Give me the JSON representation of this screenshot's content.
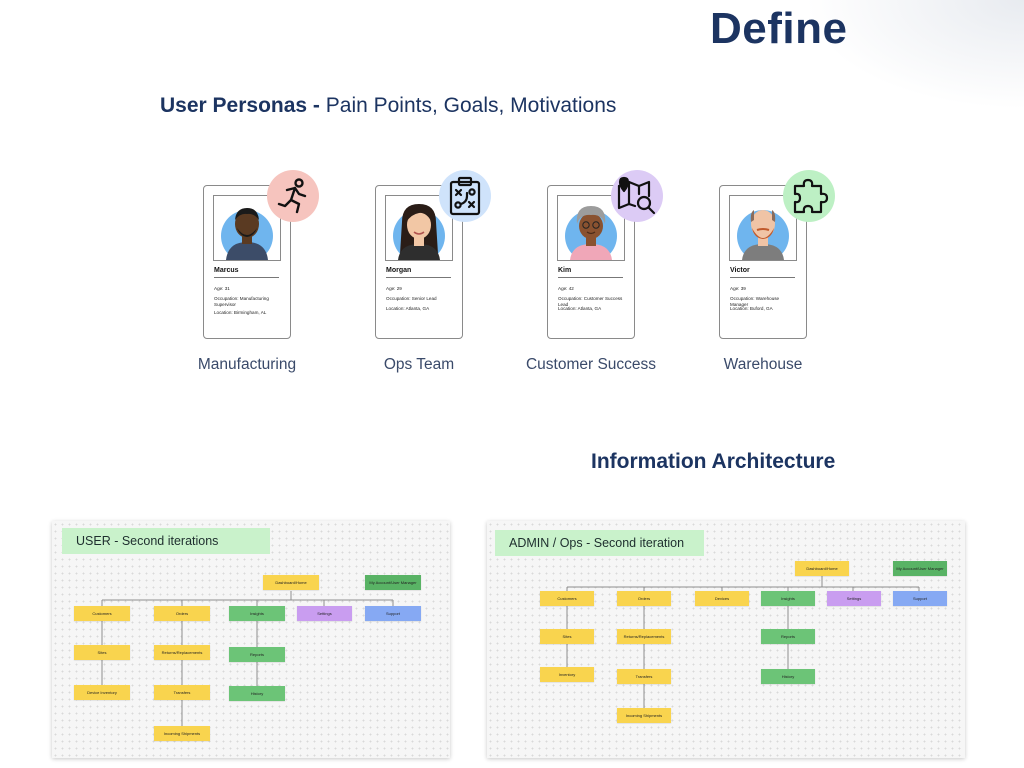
{
  "page_title": "Define",
  "personas_section": {
    "heading_bold": "User Personas -",
    "heading_rest": " Pain Points, Goals, Motivations"
  },
  "personas": [
    {
      "name": "Marcus",
      "age": "Age: 31",
      "occupation": "Occupation: Manufacturing Supervisor",
      "location": "Location: Birmingham, AL",
      "label": "Manufacturing",
      "badge_icon": "running-person-icon",
      "badge_color": "#f6c4be",
      "skin": "#5a3a22",
      "hair": "#1a1a1a",
      "shirt": "#3c4c68"
    },
    {
      "name": "Morgan",
      "age": "Age: 29",
      "occupation": "Occupation: Senior Lead",
      "location": "Location: Atlanta, GA",
      "label": "Ops Team",
      "badge_icon": "strategy-clipboard-icon",
      "badge_color": "#cfe3fb",
      "skin": "#f2c7a5",
      "hair": "#2a1d17",
      "shirt": "#2e2e2e"
    },
    {
      "name": "Kim",
      "age": "Age: 42",
      "occupation": "Occupation: Customer Success Lead",
      "location": "Location: Atlanta, GA",
      "label": "Customer Success",
      "badge_icon": "map-search-icon",
      "badge_color": "#dccbf5",
      "skin": "#8a5230",
      "hair": "#9c9c9c",
      "shirt": "#f0a7b8"
    },
    {
      "name": "Victor",
      "age": "Age: 39",
      "occupation": "Occupation: Warehouse Manager",
      "location": "Location: Buford, GA",
      "label": "Warehouse",
      "badge_icon": "puzzle-piece-icon",
      "badge_color": "#bdf0c4",
      "skin": "#f0c4a6",
      "hair": "#c05a2c",
      "shirt": "#7d7d7d"
    }
  ],
  "ia_section": {
    "heading": "Information Architecture"
  },
  "boards": [
    {
      "title": "USER - Second iterations",
      "root": "Dashboard/Home",
      "manager": "My Account/User Manager",
      "top_nodes": [
        "Customers",
        "Orders",
        "Insights",
        "Settings",
        "Support"
      ],
      "sub_nodes": [
        "Sites",
        "Device Inventory",
        "Returns/Replacements",
        "Transfers",
        "Incoming Shipments",
        "Reports",
        "History"
      ]
    },
    {
      "title": "ADMIN / Ops - Second iteration",
      "root": "Dashboard/Home",
      "manager": "My Account/User Manager",
      "top_nodes": [
        "Customers",
        "Orders",
        "Devices",
        "Insights",
        "Settings",
        "Support"
      ],
      "sub_nodes": [
        "Sites",
        "Inventory",
        "Returns/Replacements",
        "Transfers",
        "Incoming Shipments",
        "Reports",
        "History"
      ]
    }
  ]
}
